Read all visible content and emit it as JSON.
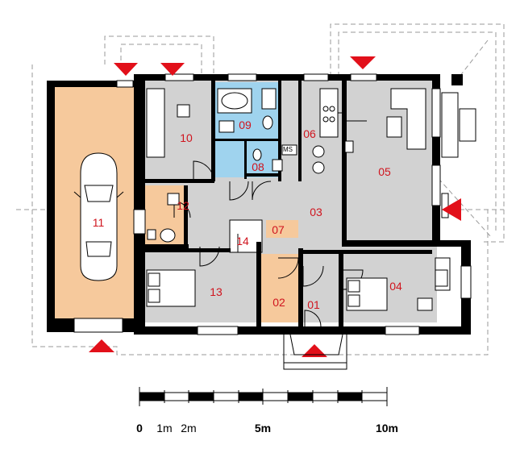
{
  "colors": {
    "wall": "#000000",
    "floor": "#d2d2d2",
    "bath": "#9fd3ee",
    "garage": "#f6c99c",
    "label": "#d0141e",
    "arrow": "#e2101a",
    "dash": "#9a9a9a"
  },
  "rooms": {
    "r01": "01",
    "r02": "02",
    "r03": "03",
    "r04": "04",
    "r05": "05",
    "r06": "06",
    "r07": "07",
    "r08": "08",
    "r09": "09",
    "r10": "10",
    "r11": "11",
    "r12": "12",
    "r13": "13",
    "r14": "14"
  },
  "fixtures": {
    "ms": "MS"
  },
  "scale": {
    "zero": "0",
    "one": "1m",
    "two": "2m",
    "five": "5m",
    "ten": "10m"
  },
  "icons": [
    "car-icon",
    "bed-icon",
    "sofa-icon",
    "bathtub-icon",
    "toilet-icon",
    "sink-icon",
    "stove-icon",
    "entrance-arrow-icon"
  ]
}
